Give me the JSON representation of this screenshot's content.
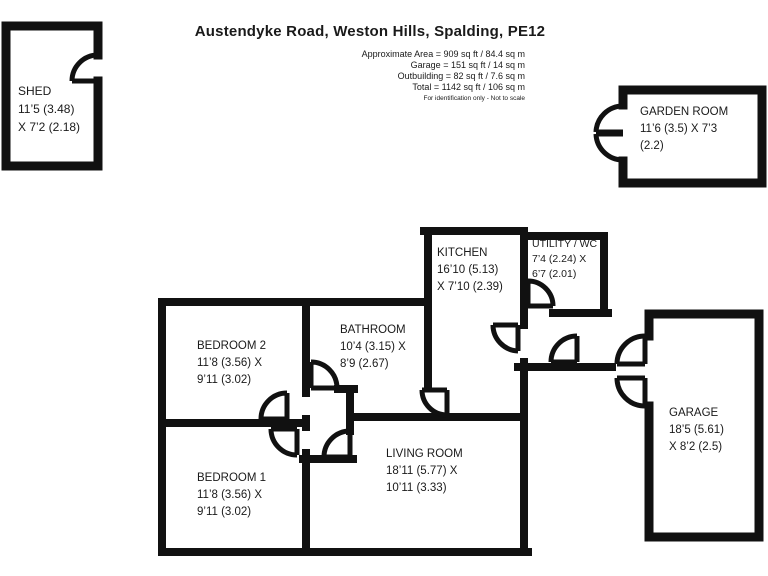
{
  "header": {
    "title": "Austendyke Road, Weston Hills, Spalding, PE12",
    "area_lines": [
      "Approximate Area = 909 sq ft / 84.4 sq m",
      "Garage = 151 sq ft / 14 sq m",
      "Outbuilding = 82 sq ft / 7.6 sq m",
      "Total = 1142 sq ft / 106 sq m"
    ],
    "disclaimer": "For identification only - Not to scale"
  },
  "rooms": {
    "shed": {
      "name": "SHED",
      "line2": "11’5 (3.48)",
      "line3": "X 7’2 (2.18)"
    },
    "garden_room": {
      "name": "GARDEN ROOM",
      "line2": "11’6 (3.5) X 7’3",
      "line3": "(2.2)"
    },
    "kitchen": {
      "name": "KITCHEN",
      "line2": "16’10 (5.13)",
      "line3": "X 7’10 (2.39)"
    },
    "utility_wc": {
      "name": "UTILITY / WC",
      "line2": "7’4 (2.24) X",
      "line3": "6’7 (2.01)"
    },
    "bathroom": {
      "name": "BATHROOM",
      "line2": "10’4 (3.15) X",
      "line3": "8’9 (2.67)"
    },
    "bedroom2": {
      "name": "BEDROOM 2",
      "line2": "11’8 (3.56) X",
      "line3": "9’11 (3.02)"
    },
    "bedroom1": {
      "name": "BEDROOM 1",
      "line2": "11’8 (3.56) X",
      "line3": "9’11 (3.02)"
    },
    "living_room": {
      "name": "LIVING ROOM",
      "line2": "18’11 (5.77) X",
      "line3": "10’11 (3.33)"
    },
    "garage": {
      "name": "GARAGE",
      "line2": "18’5 (5.61)",
      "line3": "X 8’2 (2.5)"
    }
  },
  "colors": {
    "wall": "#111111",
    "ink": "#1a1a1a",
    "bg": "#ffffff"
  }
}
